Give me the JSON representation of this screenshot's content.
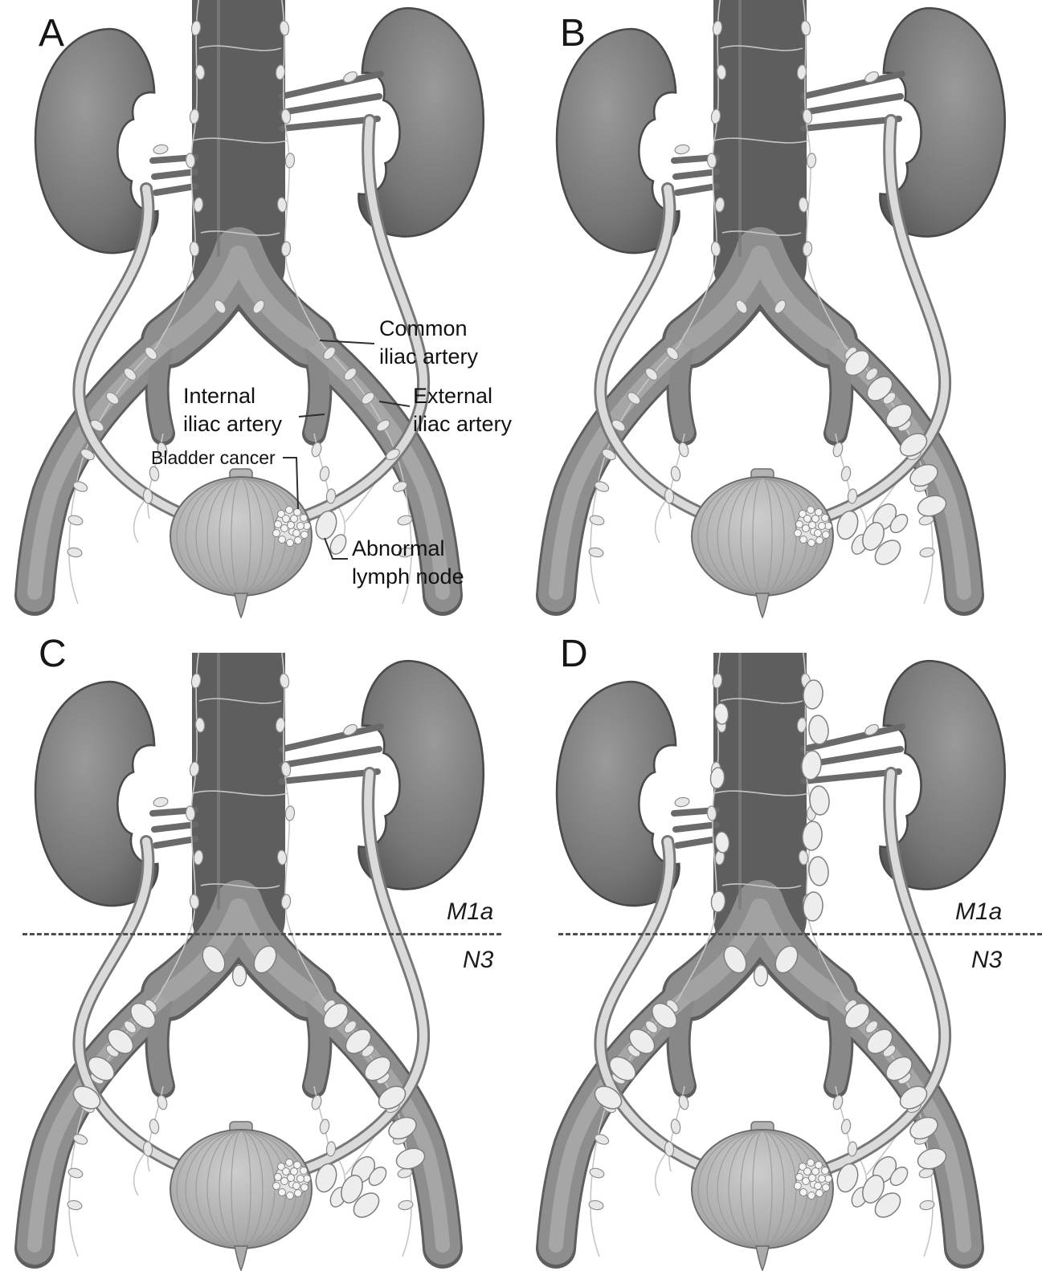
{
  "panels": [
    {
      "letter": "A"
    },
    {
      "letter": "B"
    },
    {
      "letter": "C"
    },
    {
      "letter": "D"
    }
  ],
  "annotations": {
    "common_iliac": [
      "Common",
      "iliac artery"
    ],
    "internal_iliac": [
      "Internal",
      "iliac artery"
    ],
    "external_iliac": [
      "External",
      "iliac artery"
    ],
    "bladder_cancer": "Bladder cancer",
    "abnormal_lymph_node": [
      "Abnormal",
      "lymph node"
    ]
  },
  "stage_labels": {
    "metastatic": "M1a",
    "nodal": "N3"
  },
  "colors": {
    "background": "#ffffff",
    "kidney": "#757575",
    "vessel": "#8e8e8e",
    "ureter": "#dadada",
    "lymph_node": "#e7e7e7",
    "abnormal_node": "#ededed",
    "text": "#121212",
    "dashed_line": "#4d4d4d"
  }
}
